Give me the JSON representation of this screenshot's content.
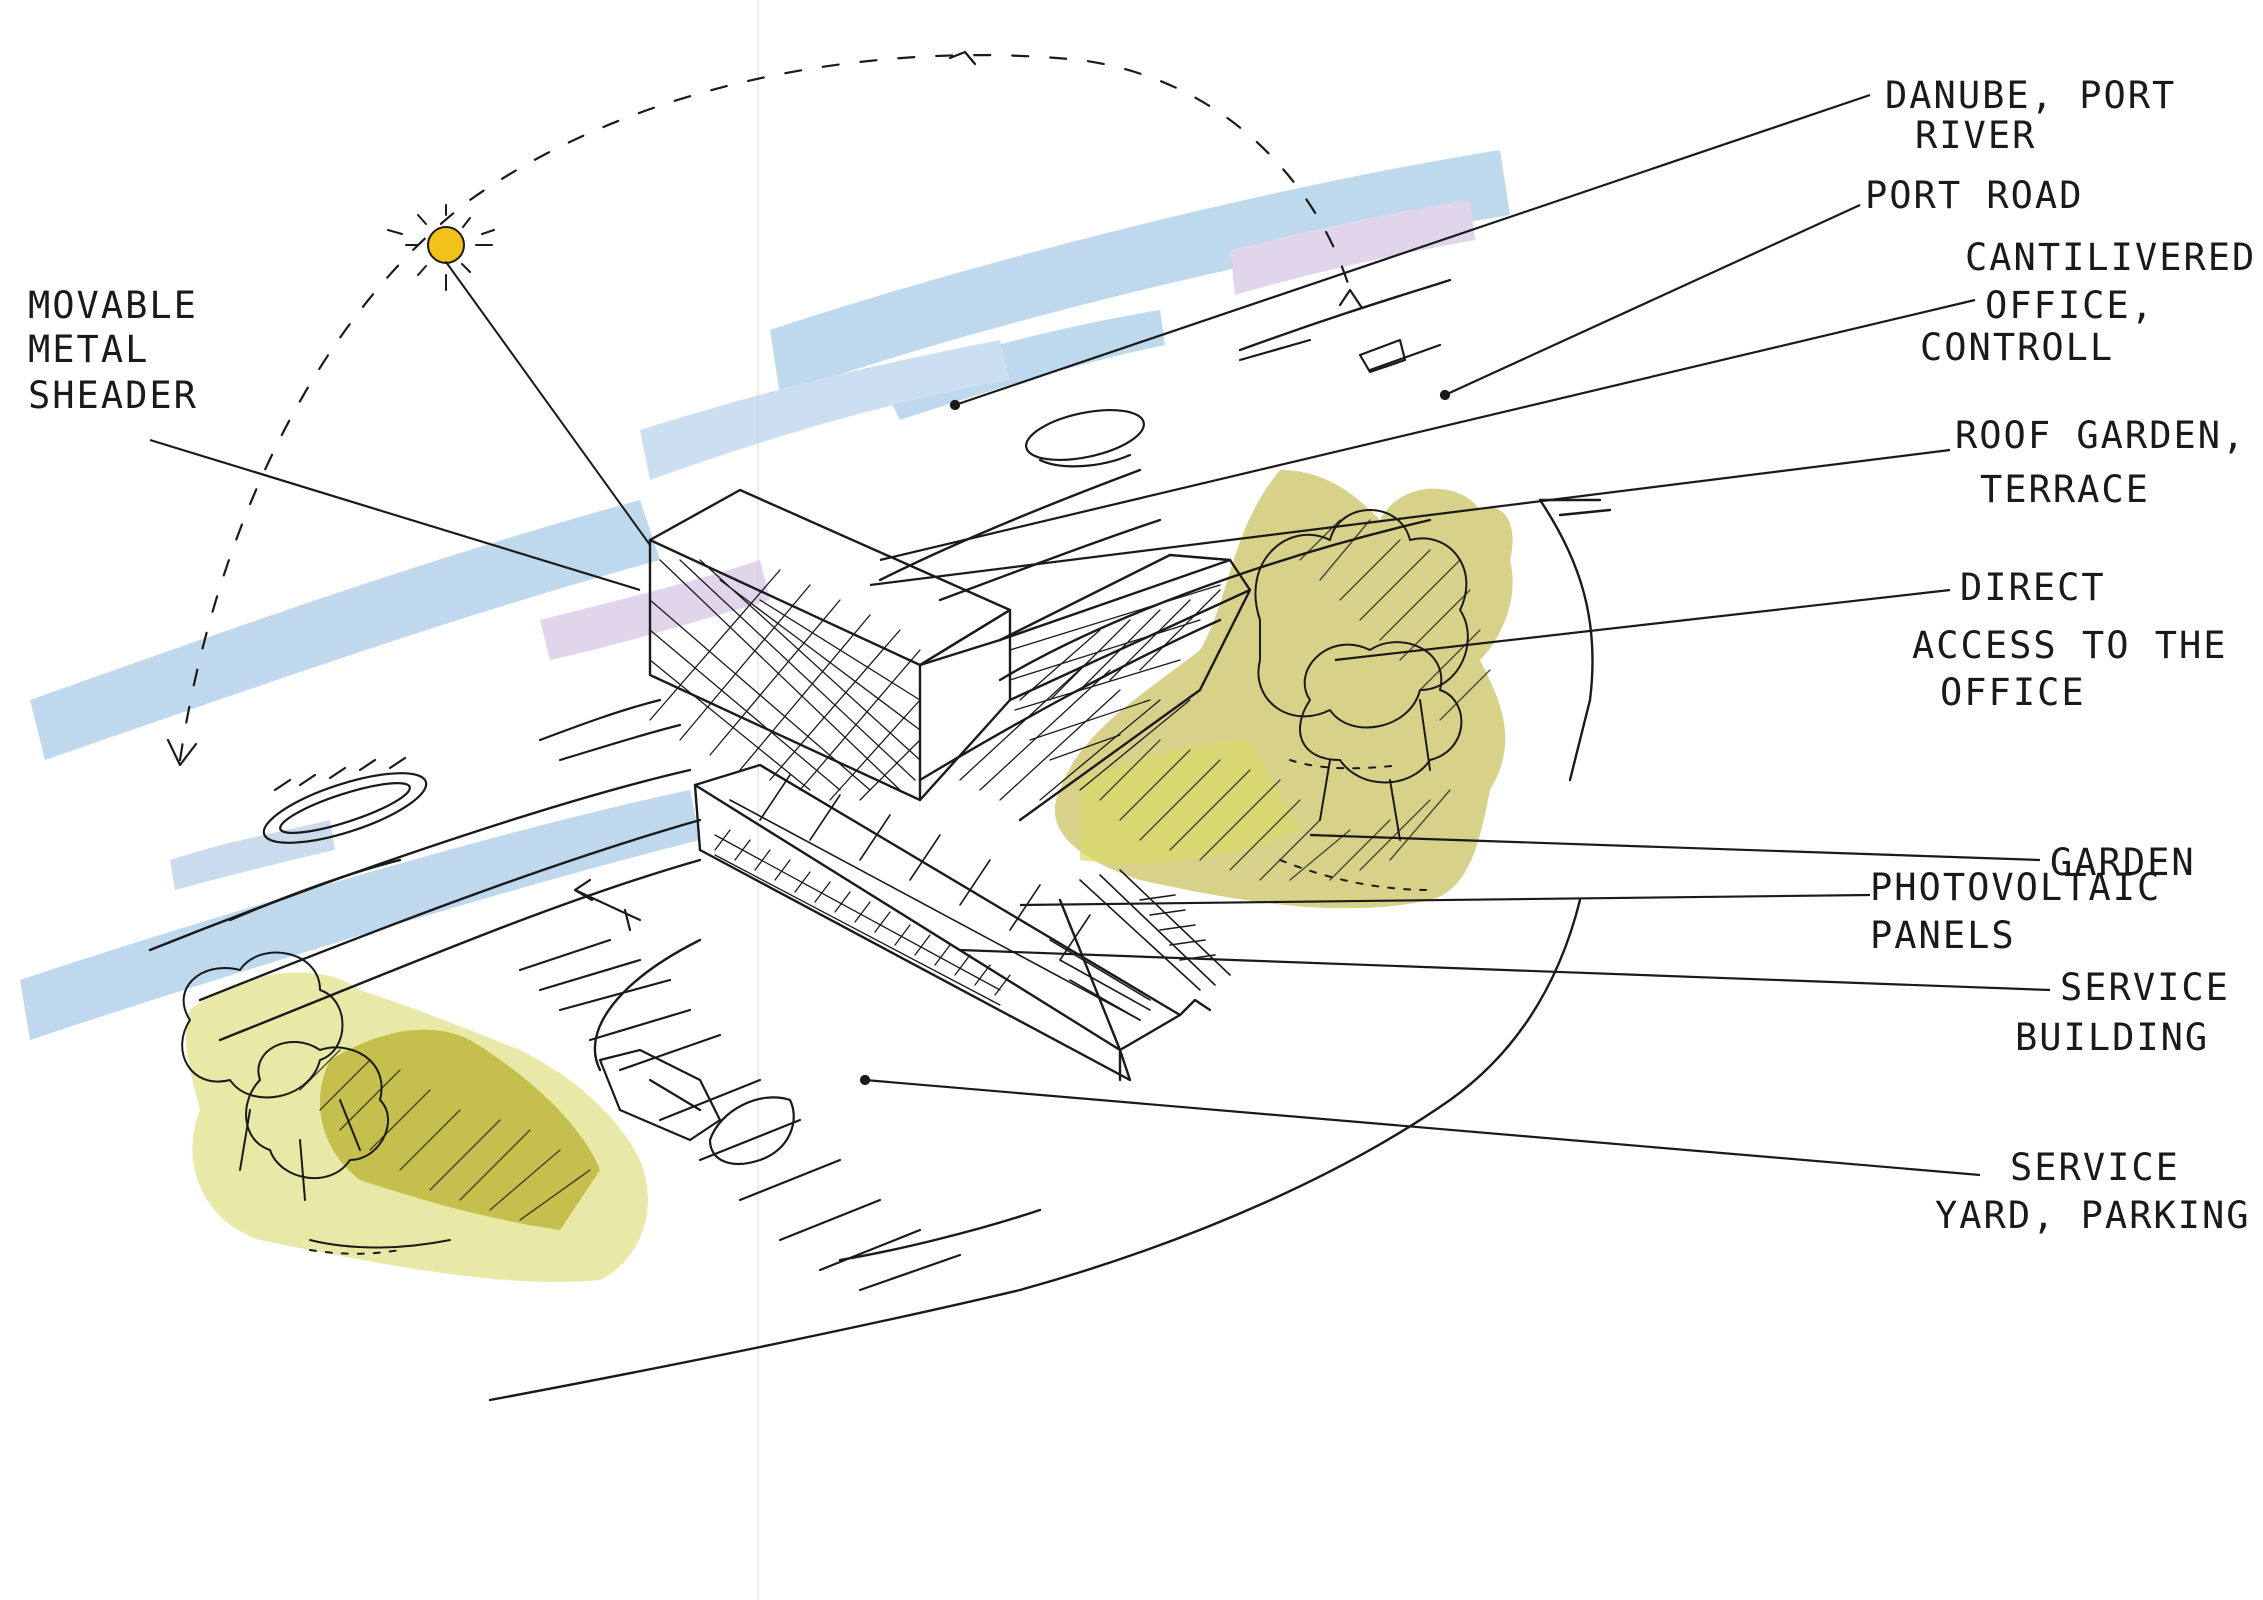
{
  "labels": {
    "movable_shader": [
      "MOVABLE",
      "METAL",
      "SHEADER"
    ],
    "danube_port": [
      "DANUBE, PORT",
      "RIVER"
    ],
    "port_road": [
      "PORT ROAD"
    ],
    "cantilevered_office": [
      "CANTILIVERED",
      "OFFICE,",
      "CONTROLL"
    ],
    "roof_garden": [
      "ROOF GARDEN,",
      "TERRACE"
    ],
    "direct_access": [
      "DIRECT",
      "ACCESS TO THE",
      "OFFICE"
    ],
    "garden": [
      "GARDEN"
    ],
    "photovoltaic": [
      "PHOTOVOLTAIC",
      "PANELS"
    ],
    "service_building": [
      "SERVICE",
      "BUILDING"
    ],
    "service_yard": [
      "SERVICE",
      "YARD, PARKING"
    ]
  },
  "colors": {
    "ink": "#1a1a1a",
    "water": "#a9cbe8",
    "water_tint": "#d8c8e6",
    "vegetation": "#b6ac2a",
    "vegetation_light": "#d9da6a",
    "sun": "#f2c21a"
  }
}
